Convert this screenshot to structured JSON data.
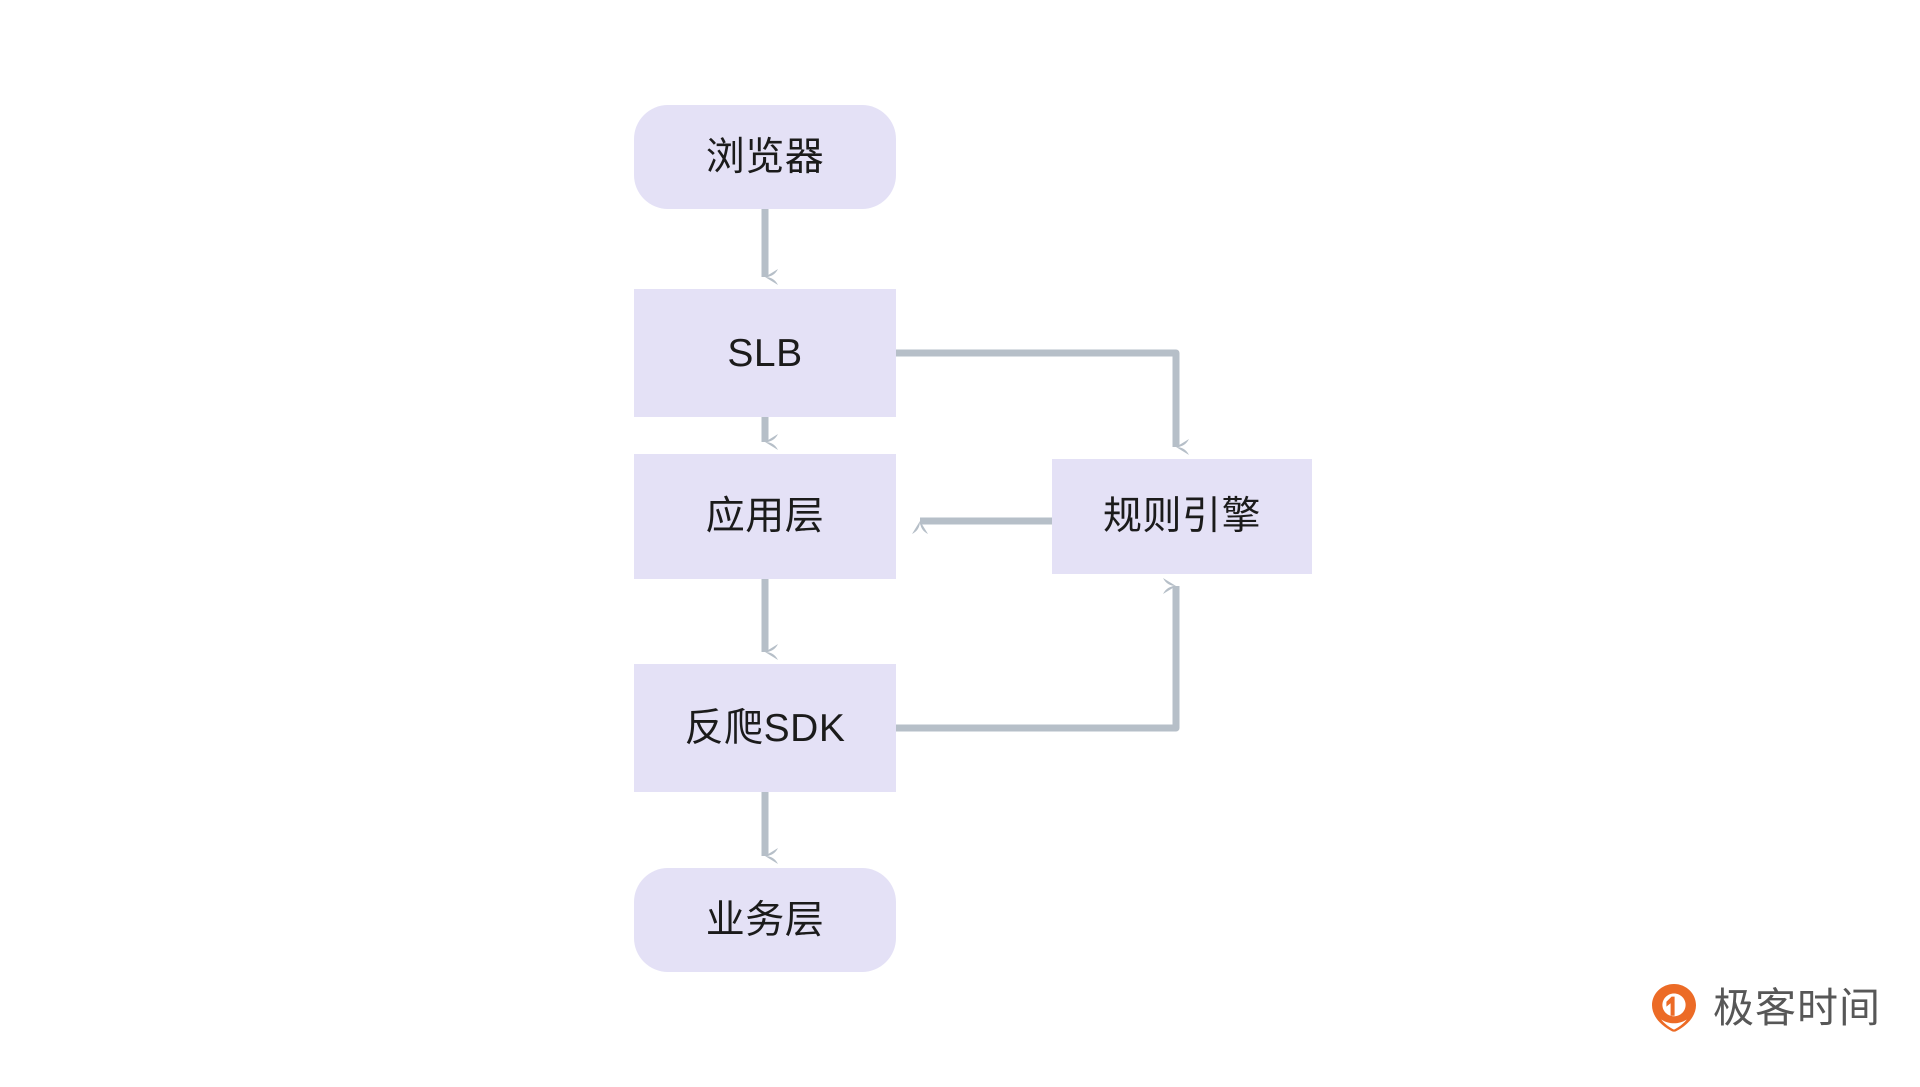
{
  "diagram": {
    "type": "flowchart",
    "title": "",
    "nodes": [
      {
        "id": "browser",
        "label": "浏览器",
        "shape": "rounded-rect"
      },
      {
        "id": "slb",
        "label": "SLB",
        "shape": "rect"
      },
      {
        "id": "app",
        "label": "应用层",
        "shape": "rect"
      },
      {
        "id": "sdk",
        "label": "反爬SDK",
        "shape": "rect"
      },
      {
        "id": "business",
        "label": "业务层",
        "shape": "rounded-rect"
      },
      {
        "id": "rule",
        "label": "规则引擎",
        "shape": "rect"
      }
    ],
    "edges": [
      {
        "from": "browser",
        "to": "slb",
        "style": "straight-down",
        "label": ""
      },
      {
        "from": "slb",
        "to": "app",
        "style": "straight-down",
        "label": ""
      },
      {
        "from": "slb",
        "to": "rule",
        "style": "right-then-down",
        "label": ""
      },
      {
        "from": "rule",
        "to": "app",
        "style": "straight-left",
        "label": ""
      },
      {
        "from": "app",
        "to": "sdk",
        "style": "straight-down",
        "label": ""
      },
      {
        "from": "sdk",
        "to": "rule",
        "style": "right-then-up",
        "label": ""
      },
      {
        "from": "sdk",
        "to": "business",
        "style": "straight-down",
        "label": ""
      }
    ],
    "colors": {
      "node_fill": "#E4E1F6",
      "node_text": "#1b1b1b",
      "connector": "#B6BFC8",
      "background": "#ffffff"
    }
  },
  "watermark": {
    "brand": "极客时间",
    "logo_icon": "geektime-pin-logo-icon",
    "logo_color": "#EC6B26",
    "text_color": "#575757"
  }
}
